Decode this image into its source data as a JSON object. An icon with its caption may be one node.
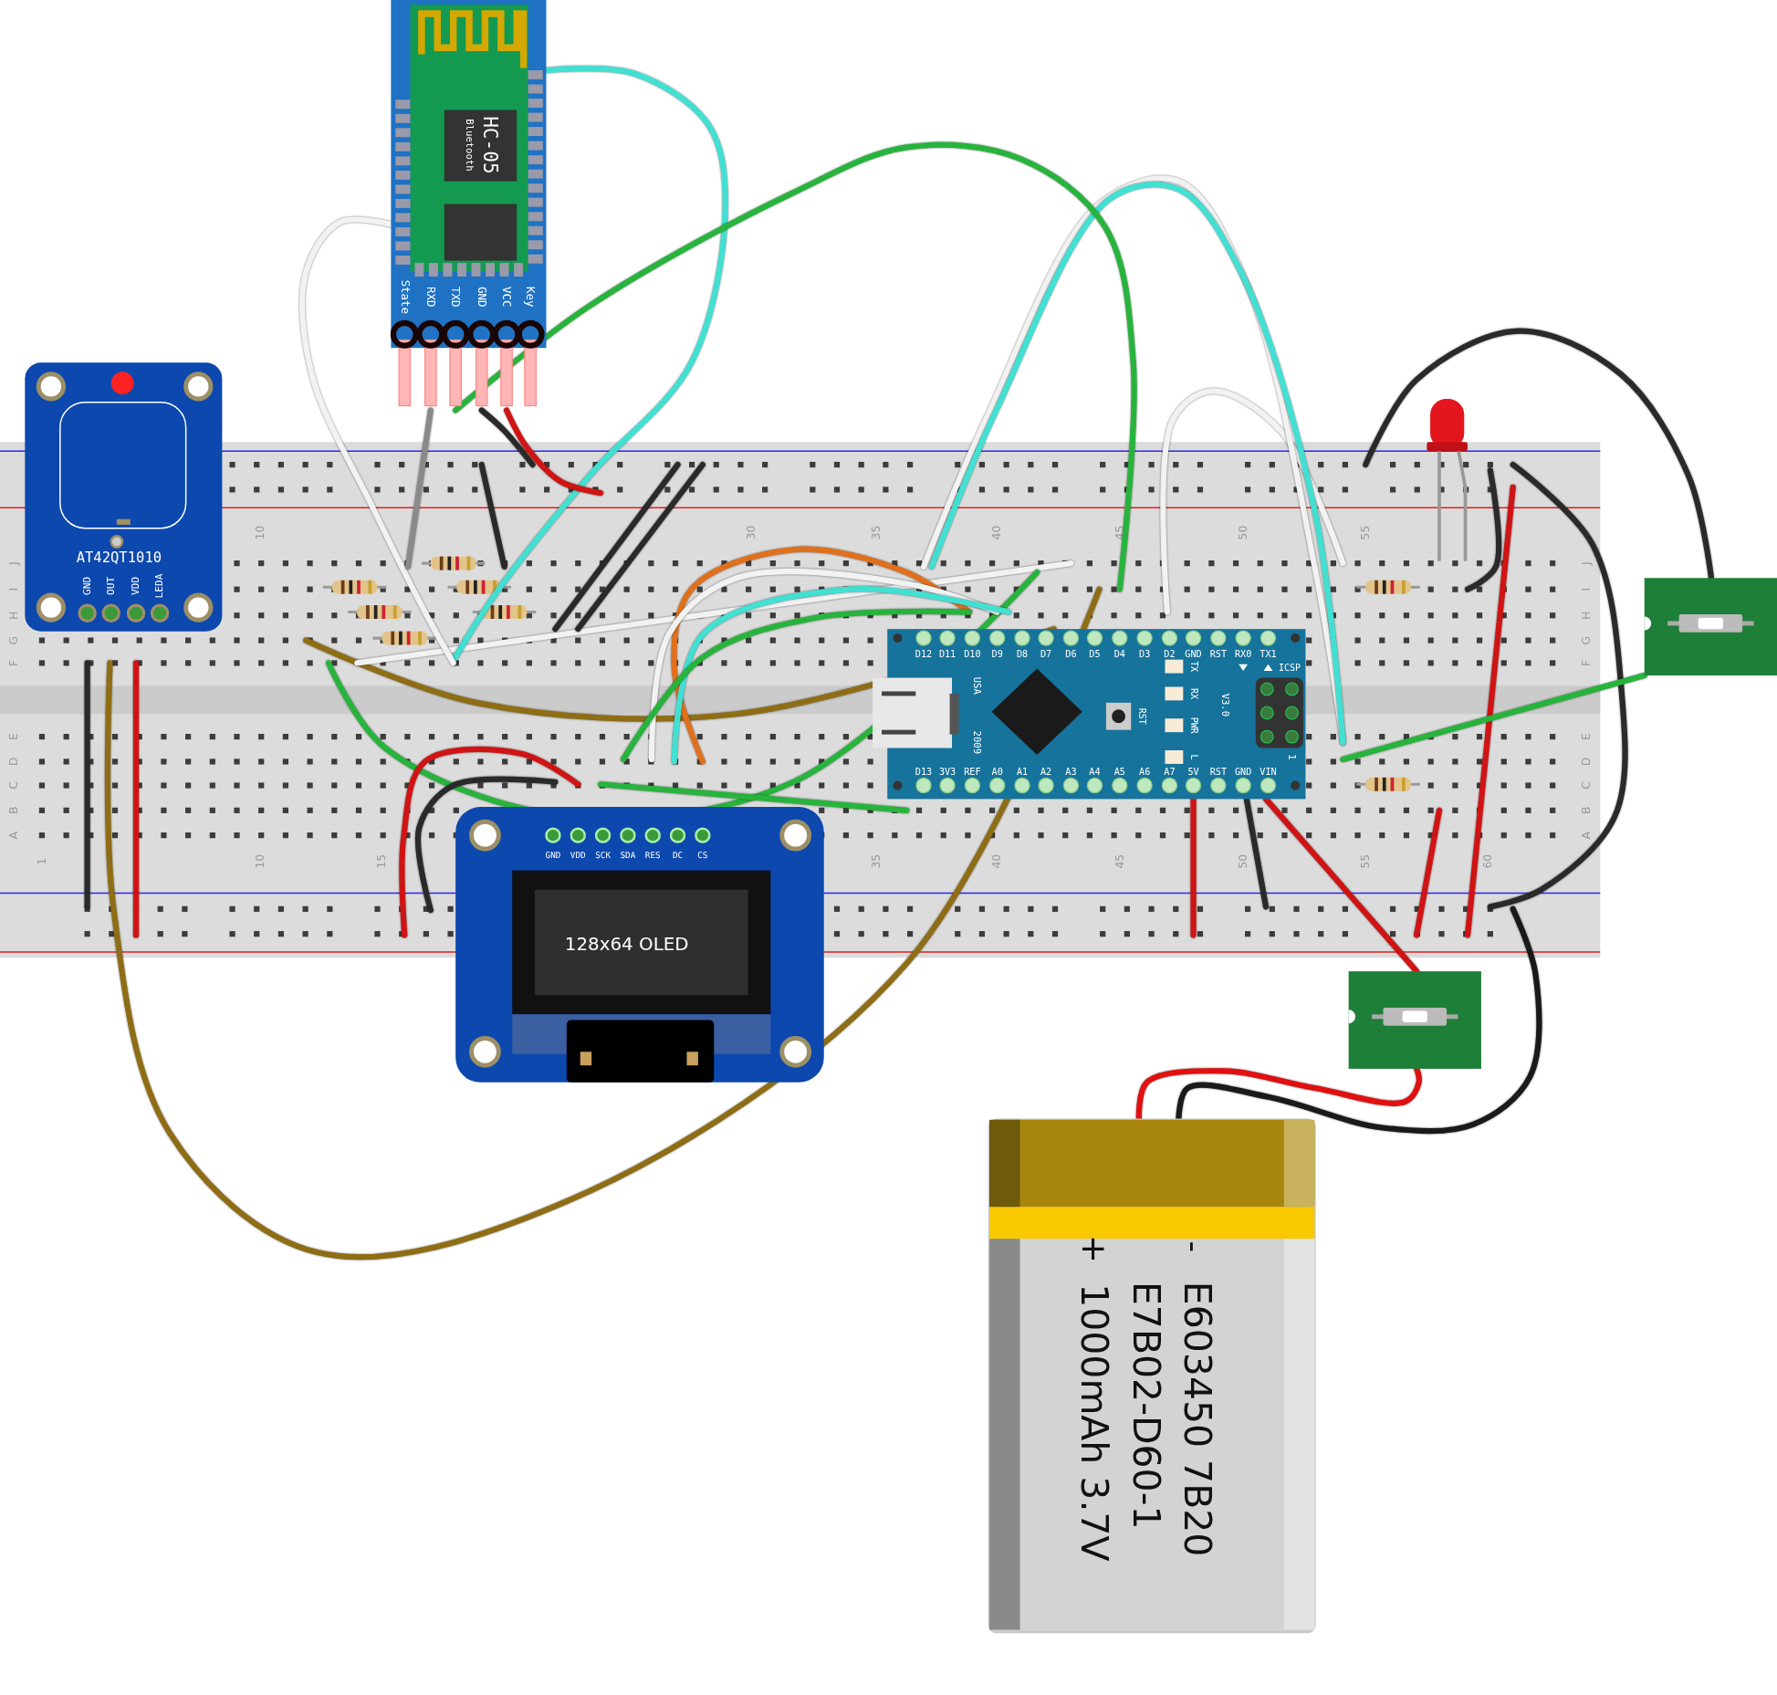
{
  "diagram": {
    "nodes": [
      {
        "text": [],
        "shape": "box"
      },
      {
        "text": [
          "HC-05",
          "Bluetooth",
          "State",
          "RXD",
          "TXD",
          "GND",
          "VCC",
          "Key"
        ]
      },
      {
        "text": [
          "AT42QT1010",
          "GND",
          "OUT",
          "VDD",
          "LEDA"
        ]
      },
      {
        "text": [
          "D12",
          "D11",
          "D10",
          "D9",
          "D8",
          "D7",
          "D6",
          "D5",
          "D4",
          "D3",
          "D2",
          "GND",
          "RST",
          "RX0",
          "TX1",
          "TX",
          "RX",
          "PWR",
          "L",
          "RST",
          "USA",
          "2009",
          "ICSP",
          "V3.0",
          "1",
          "D13",
          "3V3",
          "REF",
          "A0",
          "A1",
          "A2",
          "A3",
          "A4",
          "A5",
          "A6",
          "A7",
          "5V",
          "RST",
          "GND",
          "VIN"
        ],
        "in": 0
      },
      {
        "text": [
          "GND",
          "VDD",
          "SCK",
          "SDA",
          "RES",
          "DC",
          "CS",
          "128x64 OLED"
        ]
      },
      {
        "text": [],
        "shape": "box"
      },
      {
        "text": [],
        "shape": "box"
      },
      {
        "text": [
          "-",
          "+",
          "E603450 7B20",
          "E7B02-D60-1",
          "1000mAh 3.7V"
        ]
      }
    ],
    "edges": [
      {
        "from": 1,
        "to": null,
        "arrow": "none",
        "color": "#41e0d2"
      },
      {
        "from": 1,
        "to": null,
        "arrow": "none",
        "color": "#f2f2f2"
      },
      {
        "from": 1,
        "to": null,
        "arrow": "none",
        "color": "#8a8a8a"
      },
      {
        "from": 1,
        "to": null,
        "arrow": "none",
        "color": "#27b43c"
      },
      {
        "from": 1,
        "to": 0,
        "arrow": "none",
        "color": "#2a2a2a"
      },
      {
        "from": 1,
        "to": 0,
        "arrow": "none",
        "color": "#d01414"
      },
      {
        "from": 3,
        "to": 0,
        "arrow": "none",
        "color": "#d01414"
      },
      {
        "from": 3,
        "to": 0,
        "arrow": "none",
        "color": "#2a2a2a"
      },
      {
        "from": 3,
        "to": 6,
        "arrow": "none",
        "color": "#d01414"
      },
      {
        "from": 0,
        "to": 5,
        "arrow": "none",
        "color": "#2a2a2a"
      },
      {
        "from": null,
        "to": 5,
        "arrow": "none",
        "color": "#27b43c"
      },
      {
        "from": 7,
        "to": 6,
        "arrow": "none",
        "color": "#e01010"
      },
      {
        "from": 7,
        "to": 0,
        "arrow": "none",
        "color": "#1a1a1a"
      }
    ],
    "labels": [
      "10",
      "30",
      "35",
      "40",
      "45",
      "50",
      "55",
      "J",
      "J",
      "I",
      "I",
      "H",
      "H",
      "G",
      "G",
      "F",
      "F",
      "E",
      "E",
      "D",
      "D",
      "C",
      "C",
      "B",
      "B",
      "A",
      "A",
      "1",
      "10",
      "15",
      "35",
      "40",
      "45",
      "50",
      "55",
      "60"
    ]
  }
}
